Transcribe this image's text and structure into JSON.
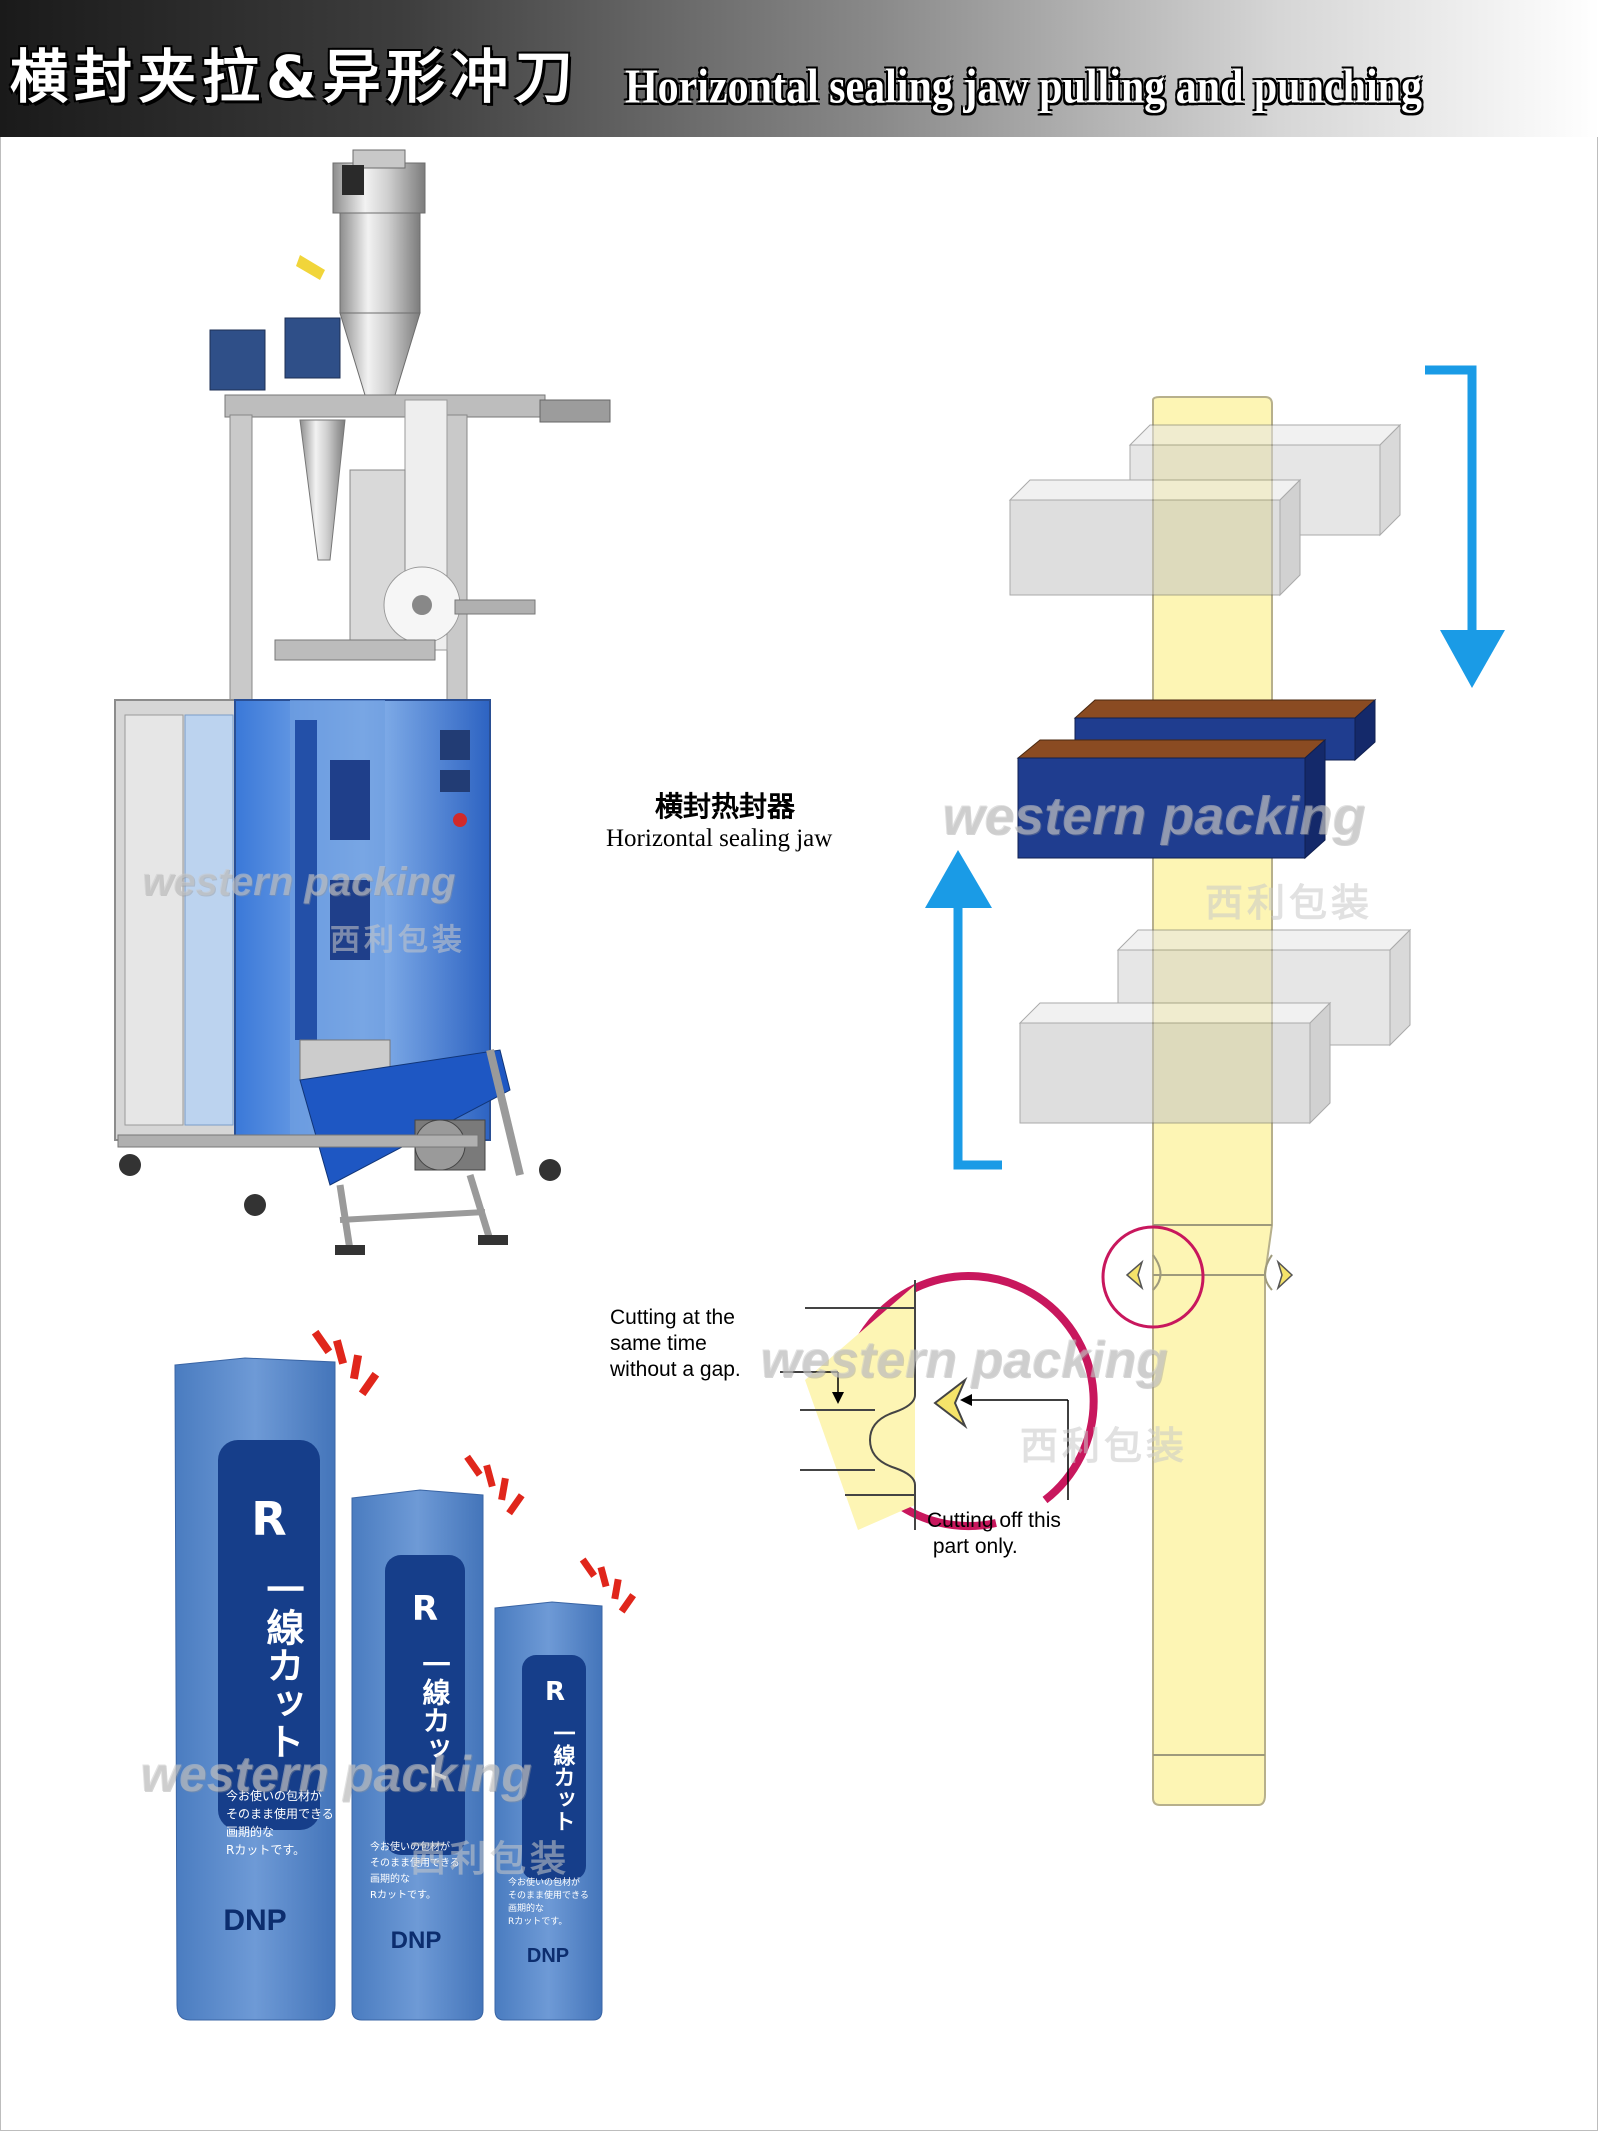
{
  "header": {
    "title_zh": "横封夹拉&异形冲刀",
    "title_en": "Horizontal sealing jaw pulling and punching"
  },
  "labels": {
    "jaw_zh": "横封热封器",
    "jaw_en": "Horizontal sealing jaw",
    "cut_note": "Cutting at the same time without a gap.",
    "cut_note_lines": [
      "Cutting at the",
      "same time",
      "without a gap."
    ],
    "cutoff_note_lines": [
      "Cutting off this",
      " part only."
    ]
  },
  "watermark": {
    "en": "western packing",
    "zh": "西利包装"
  },
  "sachets": {
    "brand": "DNP",
    "product_letter": "R",
    "product_text": "一線カット",
    "desc_lines": [
      "今お使いの包材が",
      "そのまま使用できる",
      "画期的な",
      "Rカットです。"
    ]
  },
  "colors": {
    "arrow_blue": "#1a9be6",
    "film_yellow": "#fdf5b4",
    "jaw_blue": "#1f3d8f",
    "jaw_brown": "#8a4b22",
    "circle_magenta": "#c8175d",
    "sachet_blue": "#5c8fd0"
  }
}
